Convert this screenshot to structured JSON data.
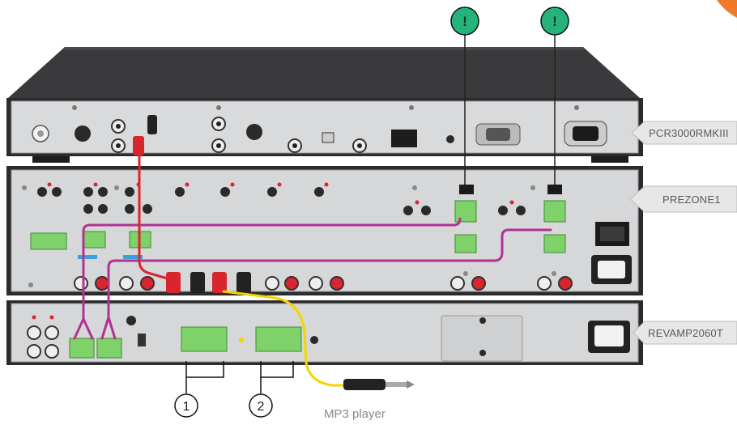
{
  "devices": [
    {
      "id": "pcr",
      "label": "PCR3000RMKIII"
    },
    {
      "id": "prezone",
      "label": "PREZONE1"
    },
    {
      "id": "revamp",
      "label": "REVAMP2060T"
    }
  ],
  "callouts": [
    {
      "id": "callout-1",
      "label": "1"
    },
    {
      "id": "callout-2",
      "label": "2"
    }
  ],
  "warnings": [
    {
      "id": "warning-1",
      "label": "!"
    },
    {
      "id": "warning-2",
      "label": "!"
    }
  ],
  "source": {
    "label": "MP3 player"
  },
  "colors": {
    "cable_magenta": "#b0338f",
    "cable_red": "#d8252e",
    "cable_yellow": "#f5d400",
    "terminal_green": "#7fd16a",
    "warning_green": "#24b37a",
    "corner_orange": "#f07a2a"
  }
}
